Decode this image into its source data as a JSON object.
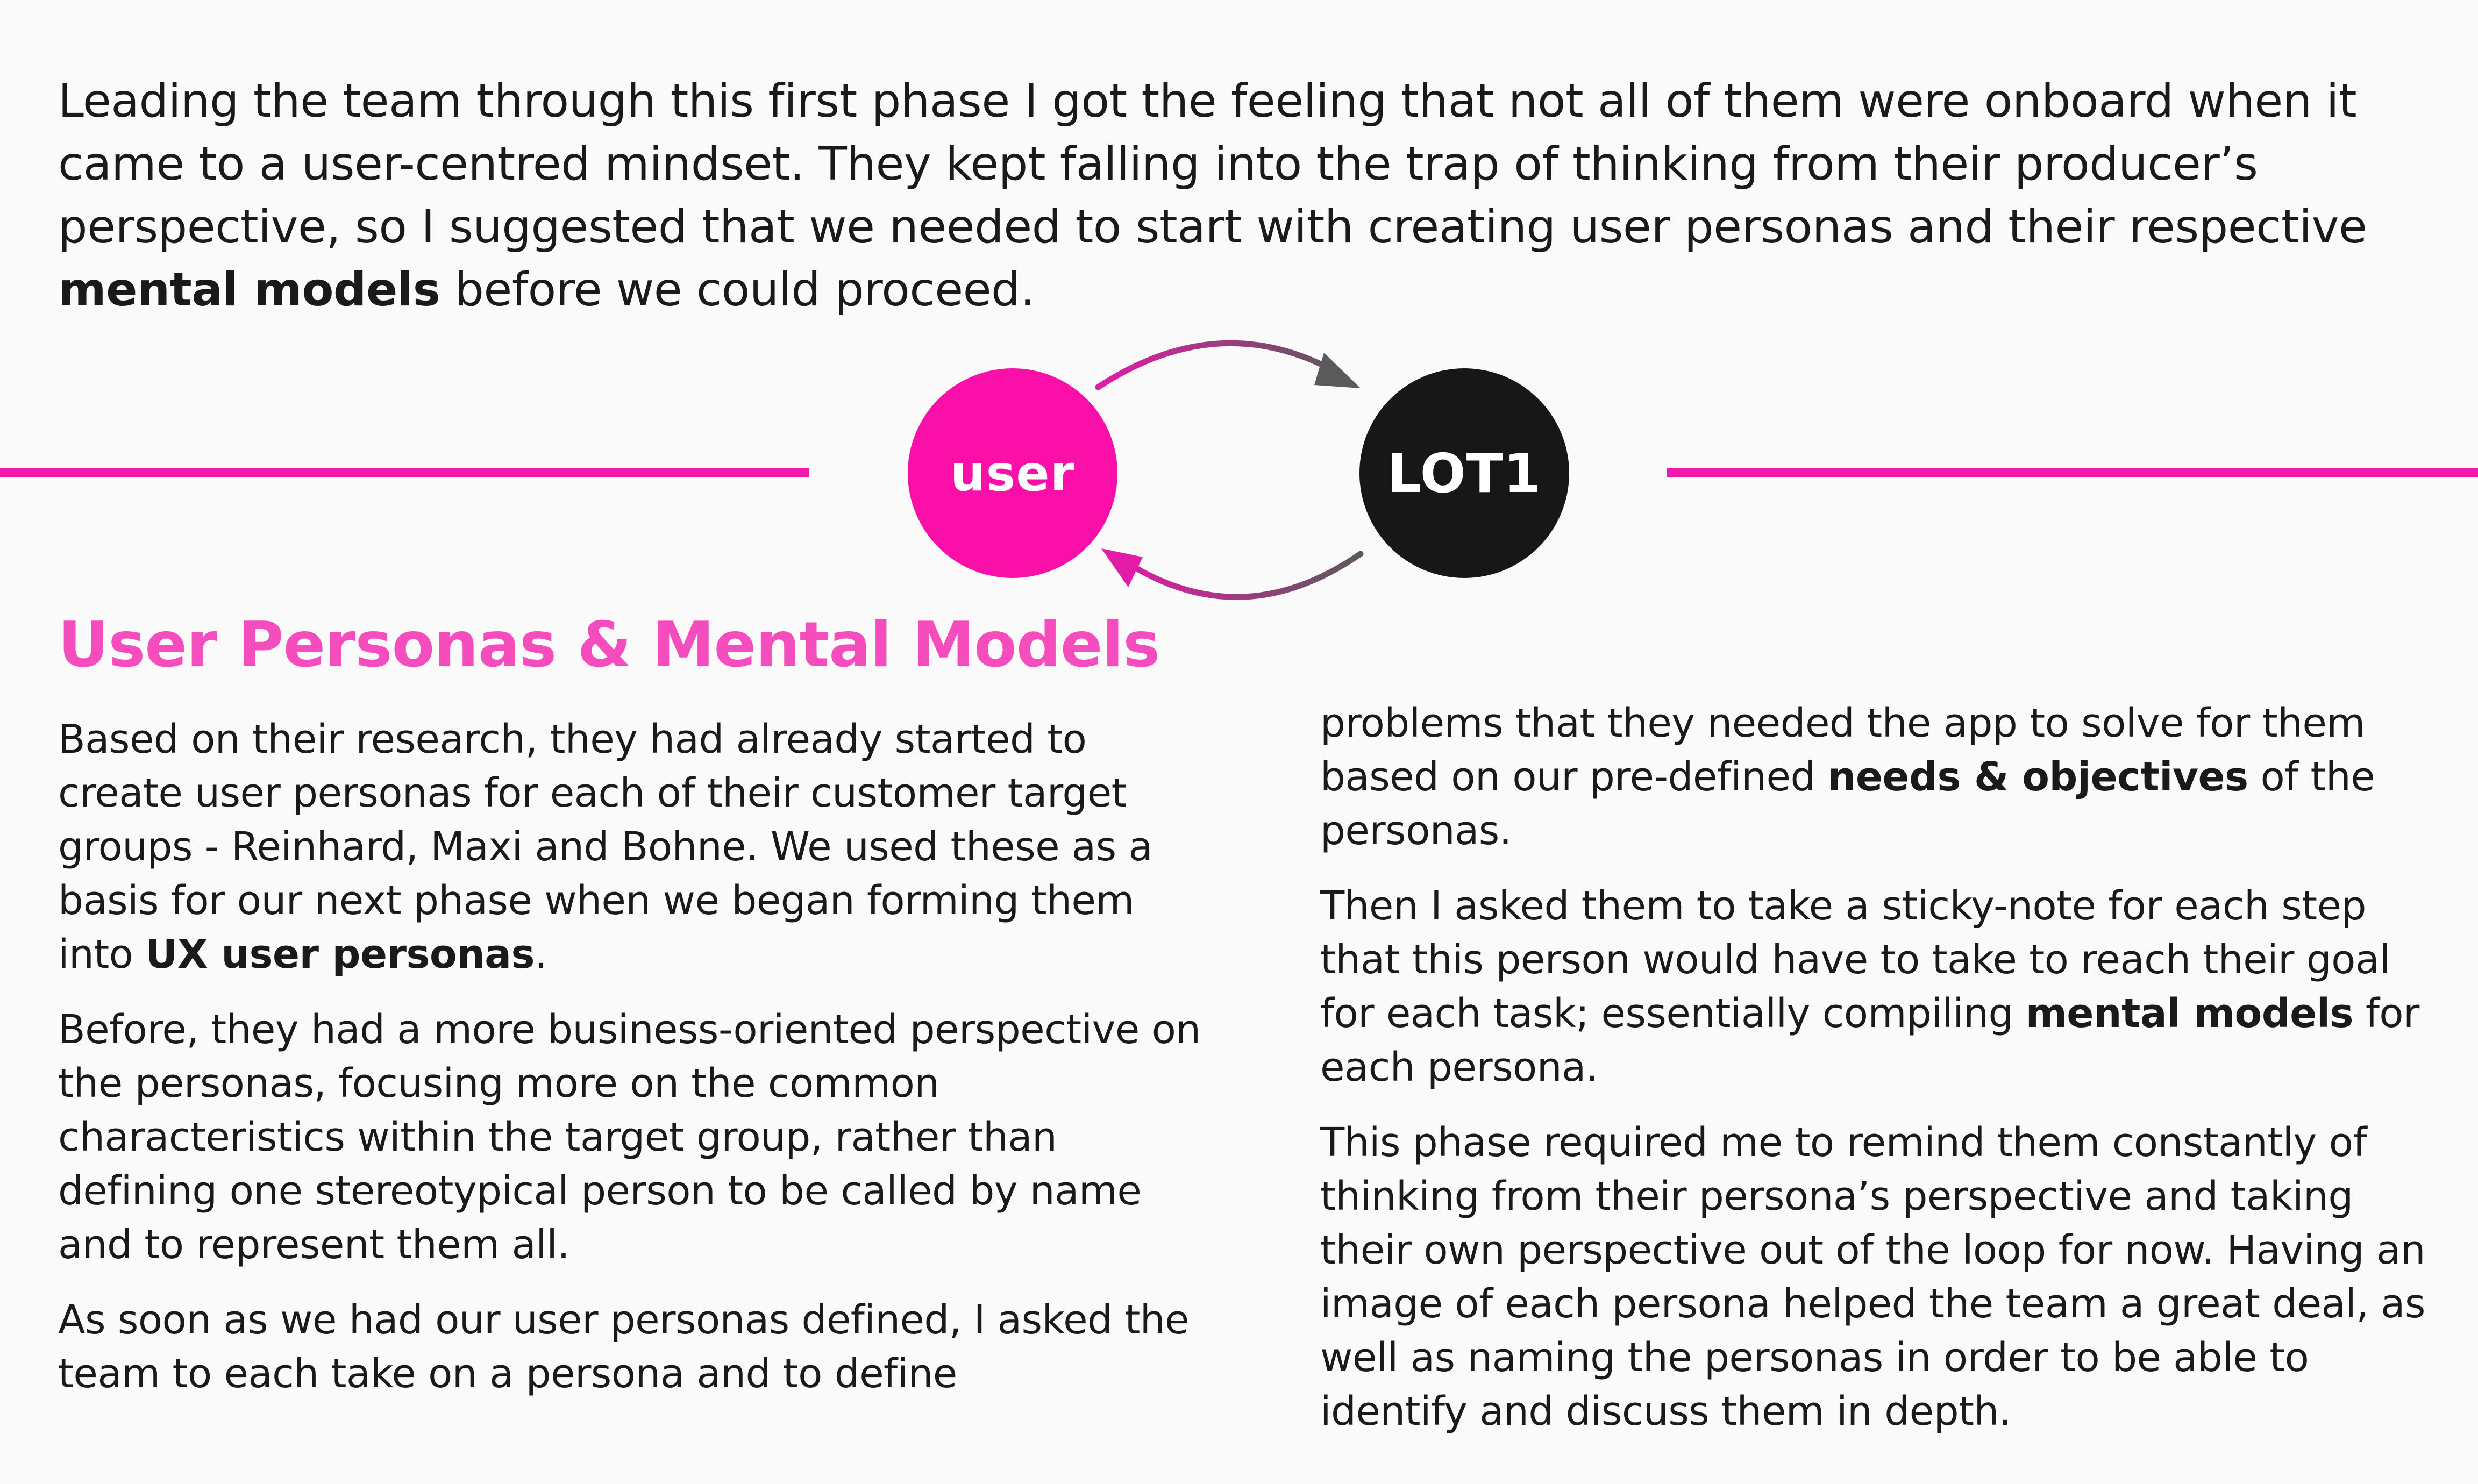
{
  "intro": {
    "before": "Leading the team through this first phase I got the feeling that not all of them were onboard when it came to a user-centred mindset. They kept falling into the trap of thinking from their producer’s perspective, so I suggested that we needed to start with creating user personas and their respective ",
    "bold": "mental models",
    "after": " before we could proceed."
  },
  "diagram": {
    "user_label": "user",
    "lot_label": "LOT1",
    "colors": {
      "accent_pink": "#f118ad",
      "user_circle": "#fb0fa9",
      "lot_circle": "#181717",
      "arrow_gray": "#5a5a5a"
    }
  },
  "section": {
    "heading": "User Personas & Mental Models",
    "heading_color": "#f54dbd"
  },
  "left_column": {
    "p1_before": "Based on their research, they had already started to create user personas for each of their customer target groups - Reinhard, Maxi and Bohne. We used these as a basis for our next phase when we began forming them into ",
    "p1_bold": "UX user personas",
    "p1_after": ".",
    "p2": "Before, they had a more business-oriented perspective on the personas, focusing more on the common characteristics within the target group, rather than defining one stereotypical person to be called by name and to represent them all.",
    "p3": "As soon as we had our user personas defined, I asked the team to each take on a persona and to define"
  },
  "right_column": {
    "p1_before": "problems that they needed the app to solve for them based on our pre-defined ",
    "p1_bold": "needs & objectives",
    "p1_after": " of the personas.",
    "p2_before": "Then I asked them to take a sticky-note for each step that this person would have to take to reach their goal for each task; essentially compiling ",
    "p2_bold": "mental models",
    "p2_after": " for each persona.",
    "p3": "This phase required me to remind them constantly of thinking from their persona’s perspective and taking their own perspective out of the loop for now. Having an image of each persona helped the team a great deal, as well as naming the personas in order to be able to identify and discuss them in depth."
  }
}
